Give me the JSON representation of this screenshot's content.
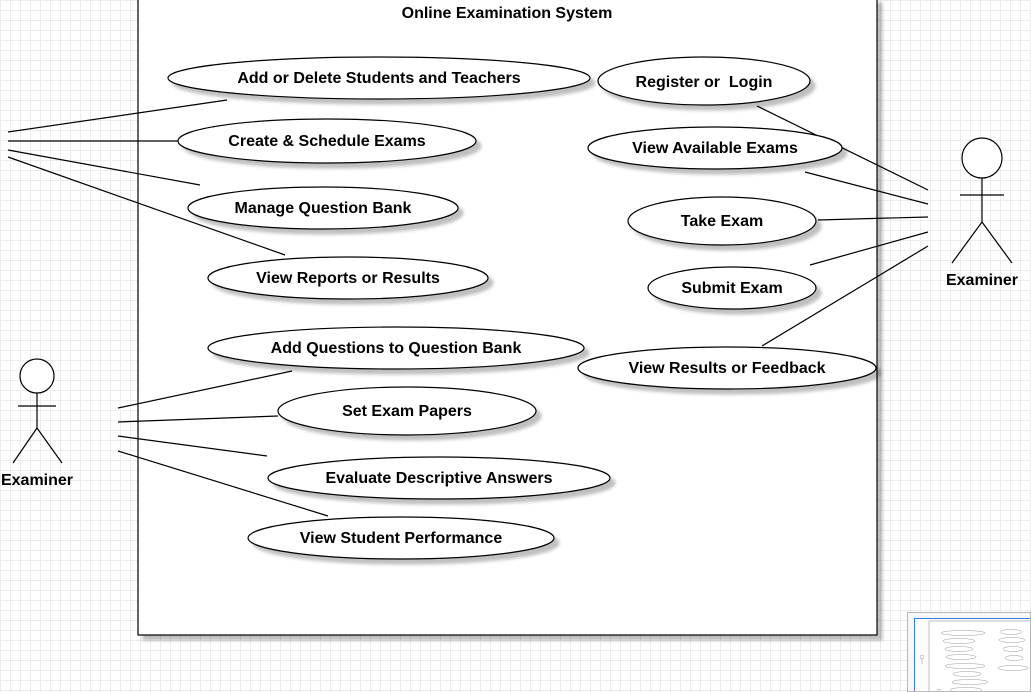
{
  "system": {
    "title": "Online Examination System"
  },
  "actors": {
    "left_top": {
      "label": ""
    },
    "left_bottom": {
      "label": "Examiner"
    },
    "right": {
      "label": "Examiner"
    }
  },
  "use_cases": {
    "add_delete_students_teachers": "Add or Delete Students and Teachers",
    "create_schedule_exams": "Create & Schedule Exams",
    "manage_question_bank": "Manage Question Bank",
    "view_reports_results": "View Reports or Results",
    "add_questions_question_bank": "Add Questions to Question Bank",
    "set_exam_papers": "Set Exam Papers",
    "evaluate_descriptive_answers": "Evaluate Descriptive Answers",
    "view_student_performance": "View Student Performance",
    "register_login": "Register or  Login",
    "view_available_exams": "View Available Exams",
    "take_exam": "Take Exam",
    "submit_exam": "Submit Exam",
    "view_results_feedback": "View Results or Feedback"
  },
  "colors": {
    "stroke": "#000000",
    "fill": "#ffffff",
    "shadow": "#d0d0d0",
    "grid": "#ececec",
    "minimap_viewport": "#3b7ce0"
  }
}
